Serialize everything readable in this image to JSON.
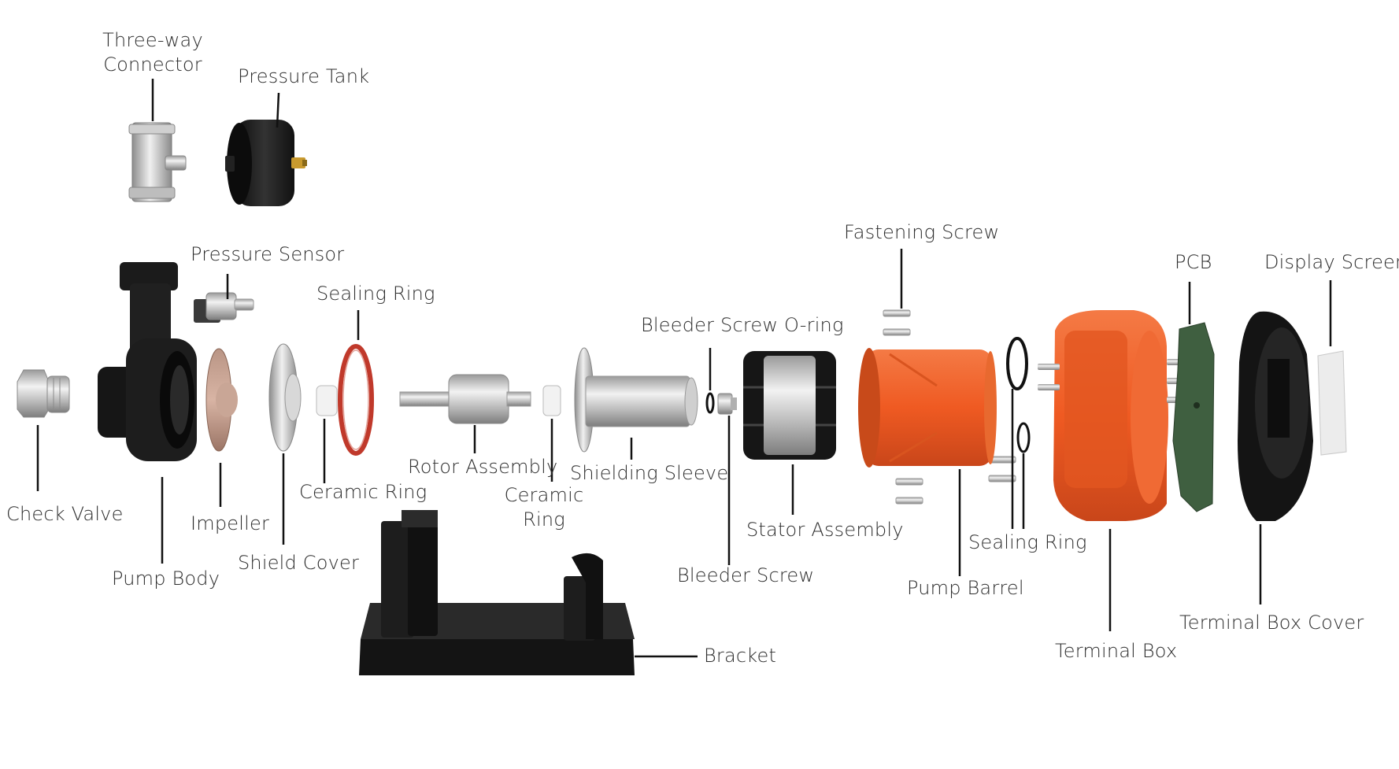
{
  "colors": {
    "black_part": "#1b1b1b",
    "orange_part": "#ef5a22",
    "silver_part": "#c8c8c8",
    "pcb_green": "#3f5f40",
    "seal_red": "#c0392b",
    "brass": "#c99a2e",
    "leader_line": "#111111"
  },
  "labels": {
    "three_way_connector": [
      "Three-way",
      "Connector"
    ],
    "pressure_tank": "Pressure Tank",
    "pressure_sensor": "Pressure Sensor",
    "sealing_ring_red": "Sealing Ring",
    "bleeder_screw_o_ring": "Bleeder Screw O-ring",
    "fastening_screw": "Fastening Screw",
    "pcb": "PCB",
    "display_screen": "Display Screen",
    "check_valve": "Check Valve",
    "impeller": "Impeller",
    "pump_body": "Pump Body",
    "shield_cover": "Shield Cover",
    "ceramic_ring_1": "Ceramic Ring",
    "rotor_assembly": "Rotor Assembly",
    "ceramic_ring_2": [
      "Ceramic",
      "Ring"
    ],
    "shielding_sleeve": "Shielding Sleeve",
    "bleeder_screw": "Bleeder Screw",
    "stator_assembly": "Stator Assembly",
    "sealing_ring_2": "Sealing Ring",
    "pump_barrel": "Pump Barrel",
    "terminal_box": "Terminal Box",
    "terminal_box_cover": "Terminal Box Cover",
    "bracket": "Bracket"
  }
}
